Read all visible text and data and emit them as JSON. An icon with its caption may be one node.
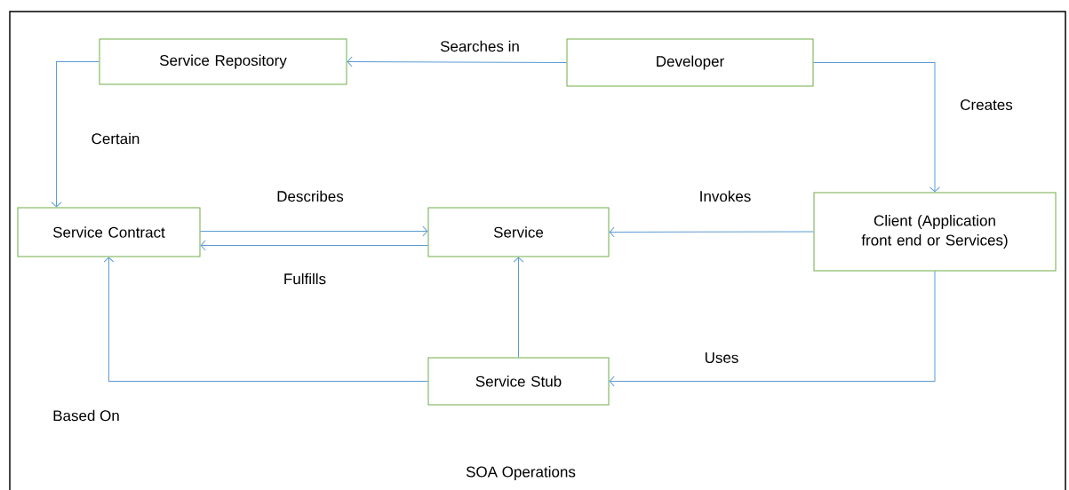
{
  "diagram": {
    "caption": "SOA Operations",
    "nodes": [
      {
        "text": [
          "Service Repository"
        ]
      },
      {
        "text": [
          "Developer"
        ]
      },
      {
        "text": [
          "Service Contract"
        ]
      },
      {
        "text": [
          "Service"
        ]
      },
      {
        "text": [
          "Client (Application front end or Services)"
        ]
      },
      {
        "text": [
          "Service Stub"
        ]
      }
    ],
    "edges": [
      {
        "from": 1,
        "to": 0,
        "arrow": "to",
        "label": "Searches in"
      },
      {
        "from": 1,
        "to": 4,
        "arrow": "to",
        "label": "Creates"
      },
      {
        "from": 0,
        "to": 2,
        "arrow": "to",
        "label": "Certain"
      },
      {
        "from": 2,
        "to": 3,
        "arrow": "to",
        "label": "Describes"
      },
      {
        "from": 3,
        "to": 2,
        "arrow": "to",
        "label": "Fulfills"
      },
      {
        "from": 4,
        "to": 3,
        "arrow": "to",
        "label": "Invokes"
      },
      {
        "from": 4,
        "to": 5,
        "arrow": "to",
        "label": "Uses"
      },
      {
        "from": 5,
        "to": 3,
        "arrow": "to"
      },
      {
        "from": 5,
        "to": 2,
        "arrow": "to",
        "label": "Based On"
      }
    ]
  }
}
